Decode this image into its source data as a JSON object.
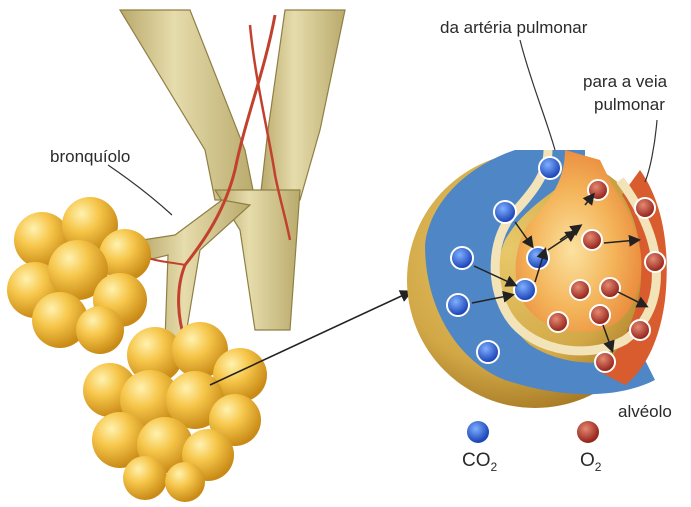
{
  "labels": {
    "bronchiole": "bronquíolo",
    "pulmonary_artery": "da artéria pulmonar",
    "pulmonary_vein_line1": "para a veia",
    "pulmonary_vein_line2": "pulmonar",
    "alveolus": "alvéolo"
  },
  "legend": {
    "co2": {
      "base": "CO",
      "sub": "2",
      "color": "#2f5fcf"
    },
    "o2": {
      "base": "O",
      "sub": "2",
      "color": "#b5352a"
    }
  },
  "colors": {
    "alveolus_yellow": "#f2c040",
    "bronchiole_tan": "#d6c88e",
    "vessel_red": "#c2412e",
    "artery_blue": "#4f86c6",
    "vein_red": "#d85c2e",
    "disc_rim": "#c59a3a"
  }
}
